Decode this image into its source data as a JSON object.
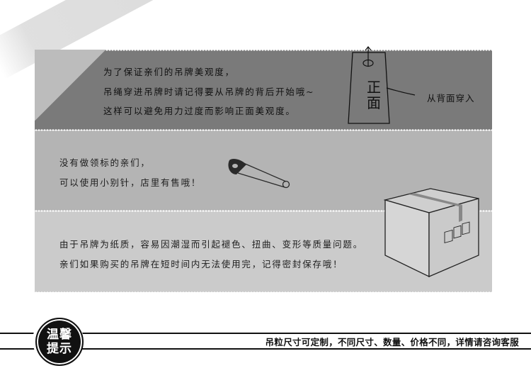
{
  "section1": {
    "lines": [
      "为了保证亲们的吊牌美观度，",
      "吊绳穿进吊牌时请记得要从吊牌的背后开始哦~",
      "这样可以避免用力过度而影响正面美观度。"
    ],
    "tag_front_label_1": "正",
    "tag_front_label_2": "面",
    "tag_callout": "从背面穿入",
    "bg_color": "#7a7a7a"
  },
  "section2": {
    "lines": [
      "没有做领标的亲们，",
      "可以使用小别针，店里有售哦！"
    ],
    "icon": "safety-pin-icon",
    "bg_color": "#b4b4b4"
  },
  "section3": {
    "lines": [
      "由于吊牌为纸质，容易因潮湿而引起褪色、扭曲、变形等质量问题。",
      "亲们如果购买的吊牌在短时间内无法使用完，记得密封保存哦！"
    ],
    "icon": "cardboard-box-icon",
    "bg_color": "#cbcbcb"
  },
  "footer": {
    "badge_line1": "温馨",
    "badge_line2": "提示",
    "note": "吊粒尺寸可定制，不同尺寸、数量、价格不同，详情请咨询客服"
  }
}
